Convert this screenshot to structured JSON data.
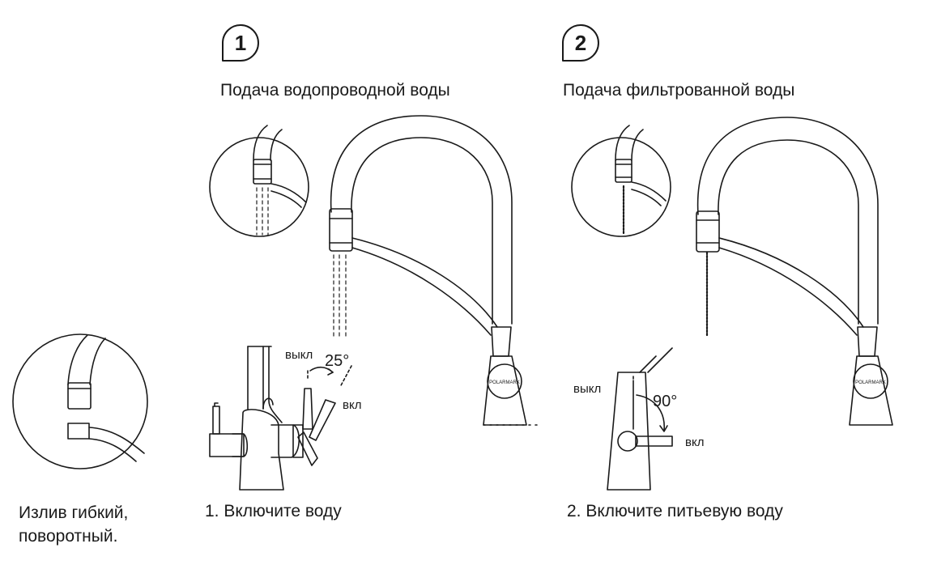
{
  "steps": [
    {
      "number": "1",
      "title": "Подача водопроводной воды",
      "action": "1. Включите воду",
      "angle": "25°"
    },
    {
      "number": "2",
      "title": "Подача фильтрованной воды",
      "action": "2. Включите питьевую воду",
      "angle": "90°"
    }
  ],
  "labels": {
    "off": "выкл",
    "on": "вкл"
  },
  "spout_caption": {
    "line1": "Излив гибкий,",
    "line2": "поворотный."
  },
  "brand_mark": "POLARMARK"
}
